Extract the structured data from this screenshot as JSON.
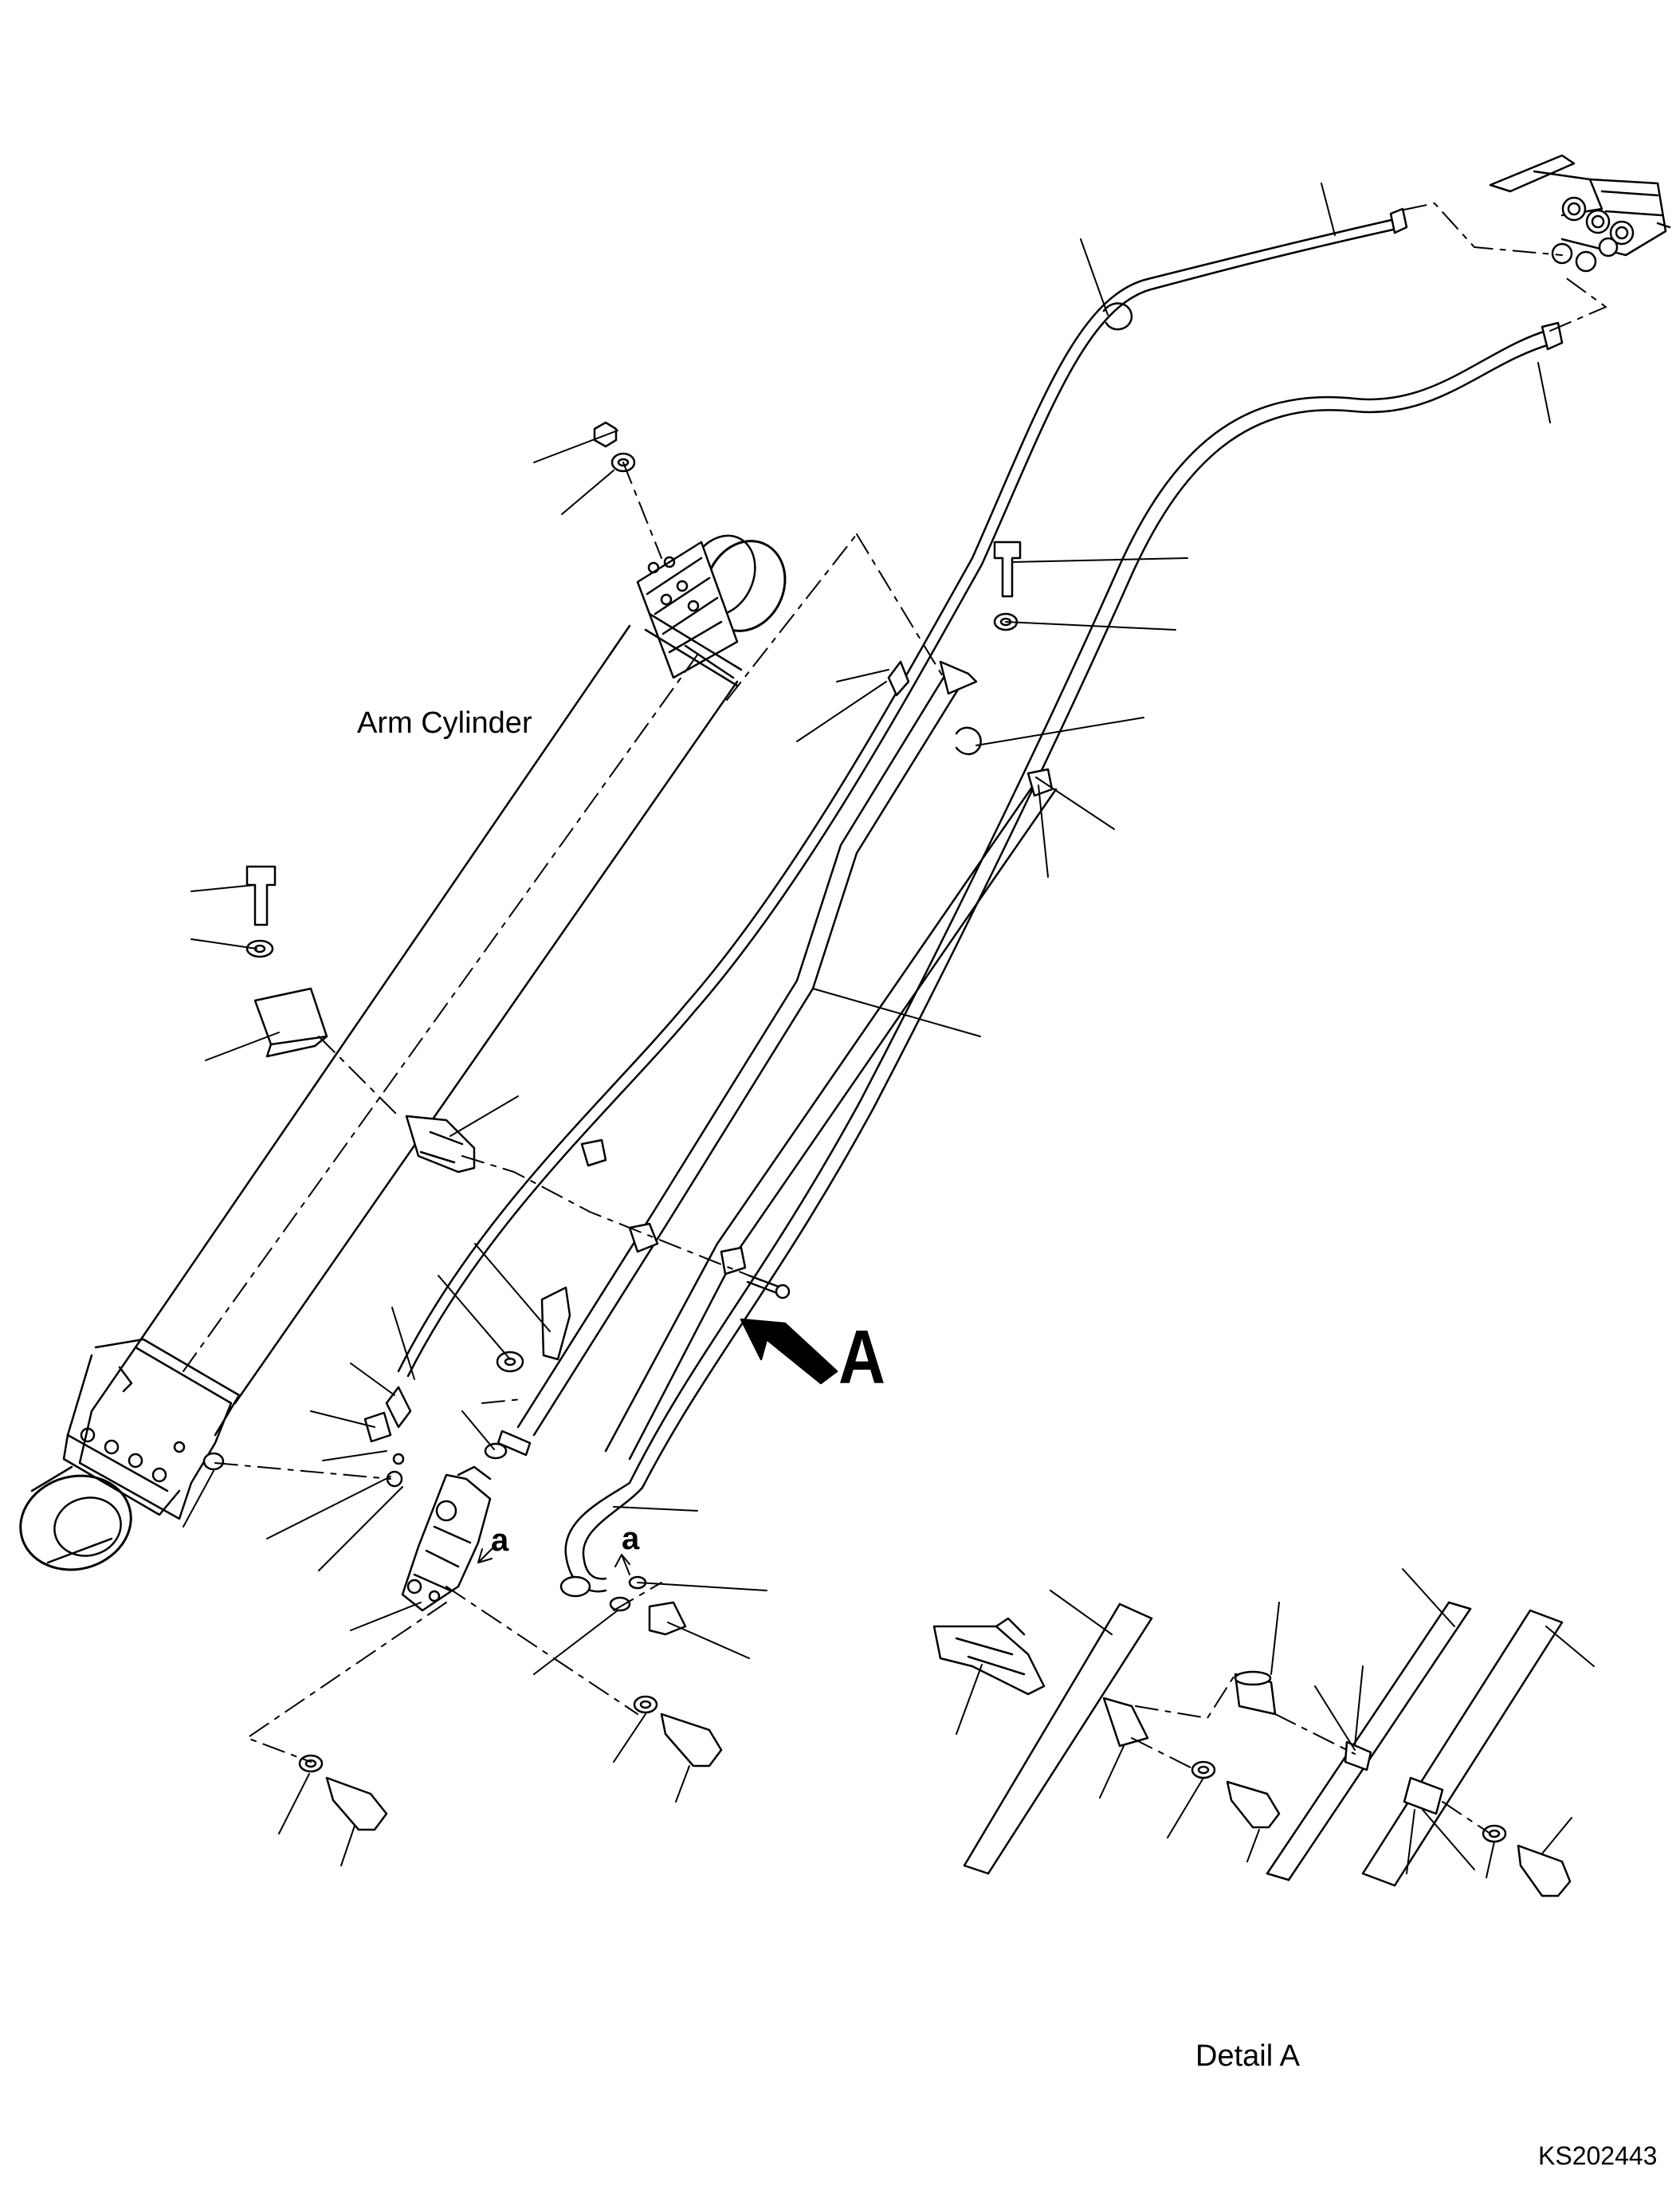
{
  "labels": {
    "arm_cylinder": "Arm Cylinder",
    "detail_a": "Detail A",
    "view_arrow": "A",
    "port_a_left": "a",
    "port_a_right": "a",
    "drawing_number": "KS202443"
  },
  "parts": {
    "arm_cylinder": "arm-cylinder",
    "hoses": [
      "hose-upper",
      "hose-lower",
      "tube-middle",
      "tube-long"
    ],
    "valve": "safety-valve",
    "manifold": "control-valve-block"
  }
}
